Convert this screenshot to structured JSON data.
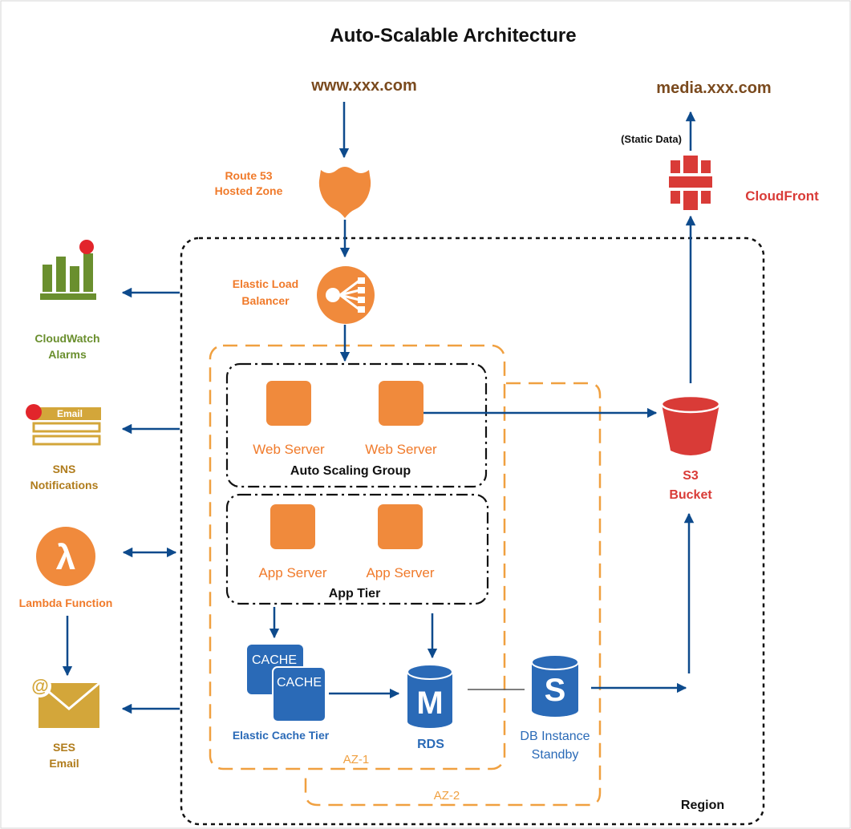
{
  "title": "Auto-Scalable Architecture",
  "colors": {
    "arrow": "#0d4a8c",
    "orange": "#f08a3c",
    "orange_label": "#f07a2a",
    "brown": "#7a4a1e",
    "green": "#6a8f2e",
    "red": "#d93b37",
    "blue": "#2a6ab7",
    "gold": "#d3a63a",
    "dark": "#111111"
  },
  "nodes": {
    "www": "www.xxx.com",
    "media": "media.xxx.com",
    "static_data": "(Static Data)",
    "route53_line1": "Route 53",
    "route53_line2": "Hosted Zone",
    "cloudfront": "CloudFront",
    "elb_line1": "Elastic Load",
    "elb_line2": "Balancer",
    "cloudwatch_line1": "CloudWatch",
    "cloudwatch_line2": "Alarms",
    "sns_email_tag": "Email",
    "sns_line1": "SNS",
    "sns_line2": "Notifications",
    "lambda_symbol": "λ",
    "lambda": "Lambda Function",
    "ses_line1": "SES",
    "ses_line2": "Email",
    "web_server_1": "Web Server",
    "web_server_2": "Web Server",
    "auto_scaling_group": "Auto Scaling Group",
    "app_server_1": "App Server",
    "app_server_2": "App Server",
    "app_tier": "App Tier",
    "cache_1": "CACHE",
    "cache_2": "CACHE",
    "elastic_cache": "Elastic Cache Tier",
    "rds_symbol": "M",
    "rds": "RDS",
    "db_symbol": "S",
    "db_line1": "DB Instance",
    "db_line2": "Standby",
    "s3_line1": "S3",
    "s3_line2": "Bucket",
    "az1": "AZ-1",
    "az2": "AZ-2",
    "region": "Region"
  }
}
